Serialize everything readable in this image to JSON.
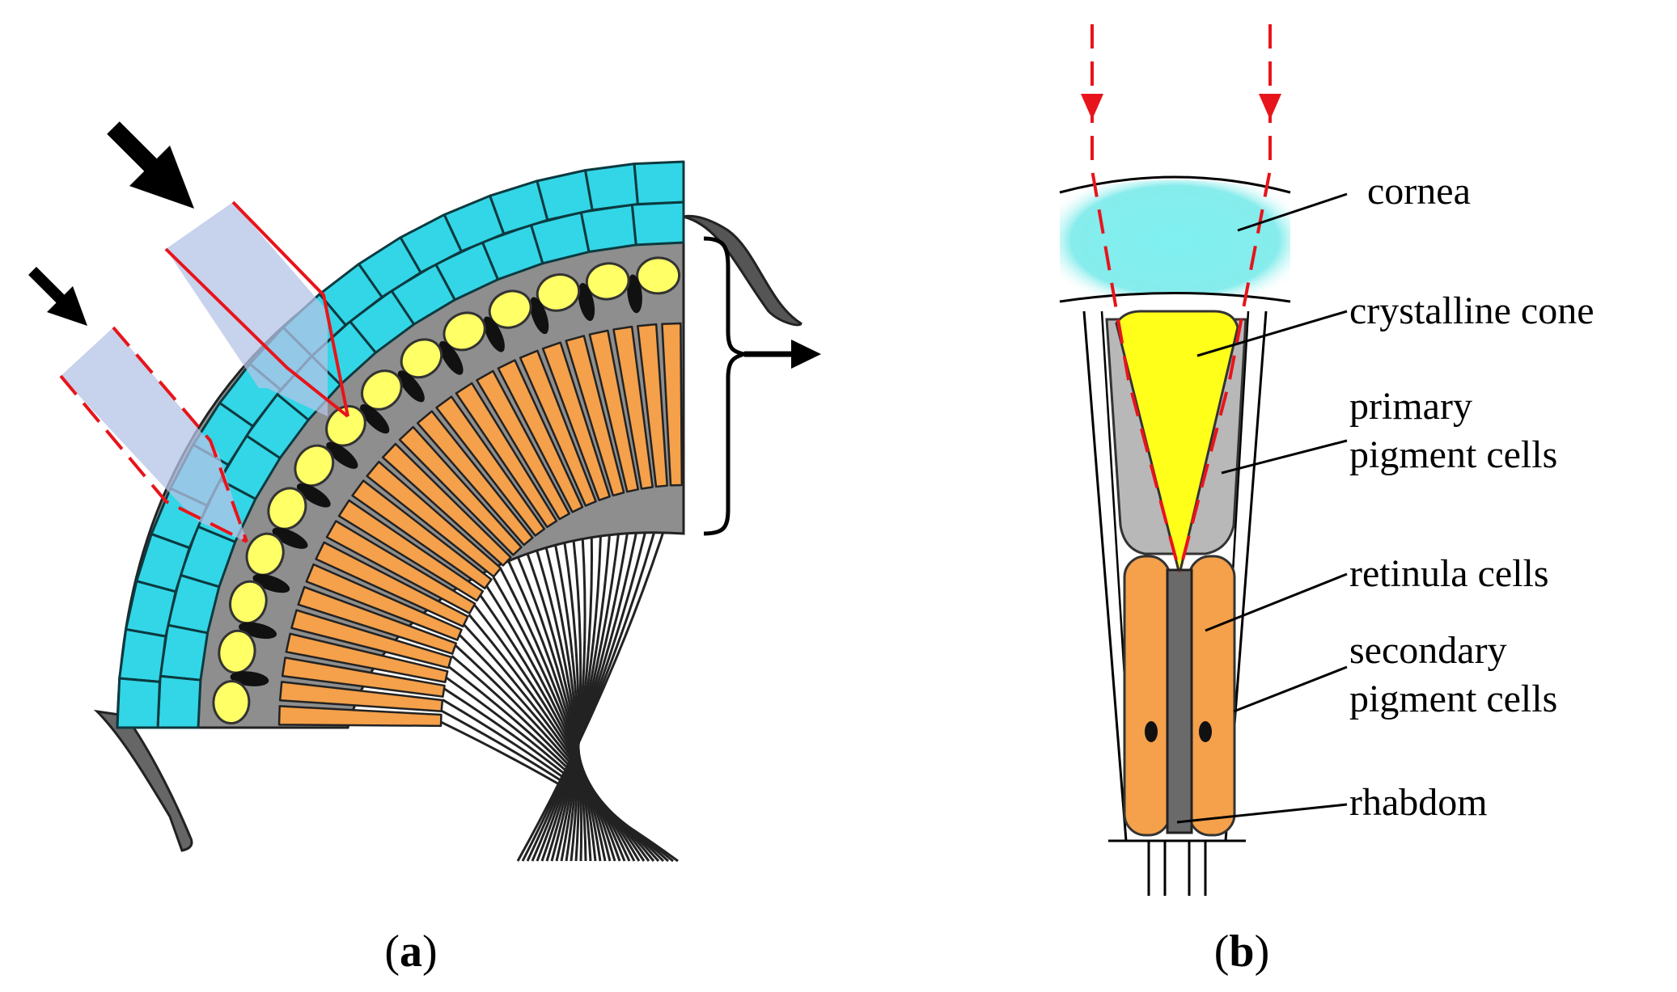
{
  "panel_a": {
    "caption_open": "(",
    "caption_letter": "a",
    "caption_close": ")"
  },
  "panel_b": {
    "caption_open": "(",
    "caption_letter": "b",
    "caption_close": ")",
    "labels": {
      "cornea": "cornea",
      "crystalline_cone": "crystalline cone",
      "primary_pigment_line1": "primary",
      "primary_pigment_line2": "pigment cells",
      "retinula": "retinula cells",
      "secondary_pigment_line1": "secondary",
      "secondary_pigment_line2": "pigment cells",
      "rhabdom": "rhabdom"
    }
  },
  "colors": {
    "cornea": "#33d6e6",
    "crystalline_cone": "#ffff33",
    "retinula": "#f5a04a",
    "pigment": "#9a9a9a",
    "light_path": "#e8141b",
    "light_beam": "#b4c3e6"
  }
}
